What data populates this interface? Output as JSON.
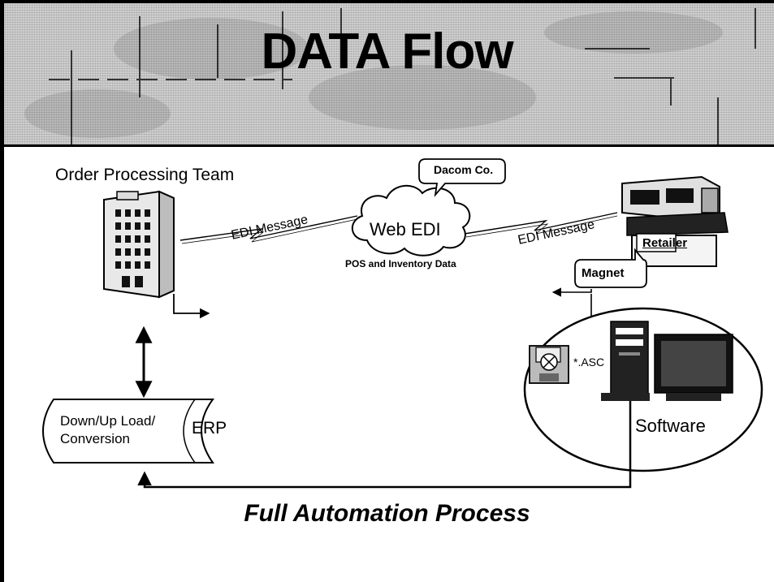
{
  "slide": {
    "title": "DATA Flow",
    "bottom_title": "Full Automation Process"
  },
  "nodes": {
    "order_team": "Order Processing Team",
    "erp_text_line1": "Down/Up Load/",
    "erp_text_line2": "Conversion",
    "erp_label": "ERP",
    "web_edi": "Web EDI",
    "web_edi_note": "POS and Inventory Data",
    "dacom": "Dacom Co.",
    "retailer": "Retailer",
    "magnet": "Magnet",
    "asc_file": "*.ASC",
    "software": "Software"
  },
  "links": {
    "left_message": "EDI Message",
    "right_message": "EDI Message"
  },
  "icons": [
    "office-building-icon",
    "cloud-icon",
    "store-building-icon",
    "computer-tower-icon",
    "monitor-icon",
    "floppy-disk-icon"
  ],
  "colors": {
    "ink": "#000000",
    "banner": "#cfcfcf",
    "paper": "#ffffff"
  }
}
